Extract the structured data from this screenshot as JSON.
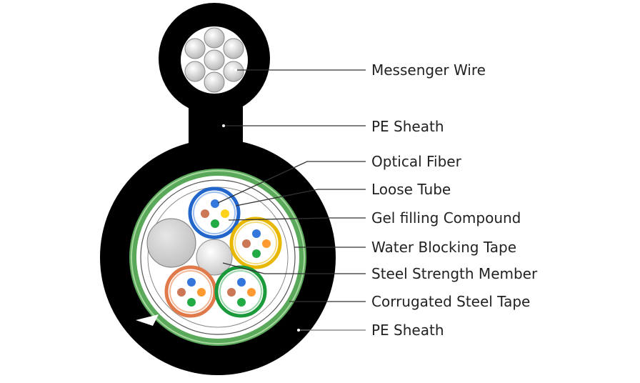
{
  "labels": {
    "messenger_wire": "Messenger Wire",
    "pe_sheath_top": "PE Sheath",
    "optical_fiber": "Optical Fiber",
    "loose_tube": "Loose Tube",
    "gel_filling": "Gel filling Compound",
    "water_blocking": "Water Blocking Tape",
    "steel_strength": "Steel Strength Member",
    "corrugated_steel": "Corrugated Steel Tape",
    "pe_sheath_bottom": "PE Sheath"
  },
  "colors": {
    "sheath": "#000000",
    "steel_tape": "#5aa85a",
    "steel_tape_light": "#a8d8a0",
    "filler": "#c9c9c9",
    "tube_blue": "#2266cc",
    "tube_yellow": "#e8b800",
    "tube_orange": "#e07a4a",
    "tube_green": "#1a9a3a",
    "fiber_blue": "#3377dd",
    "fiber_orange": "#ff9a30",
    "fiber_green": "#22aa44",
    "fiber_brown": "#cc7755",
    "fiber_yellow": "#ffd21a"
  }
}
